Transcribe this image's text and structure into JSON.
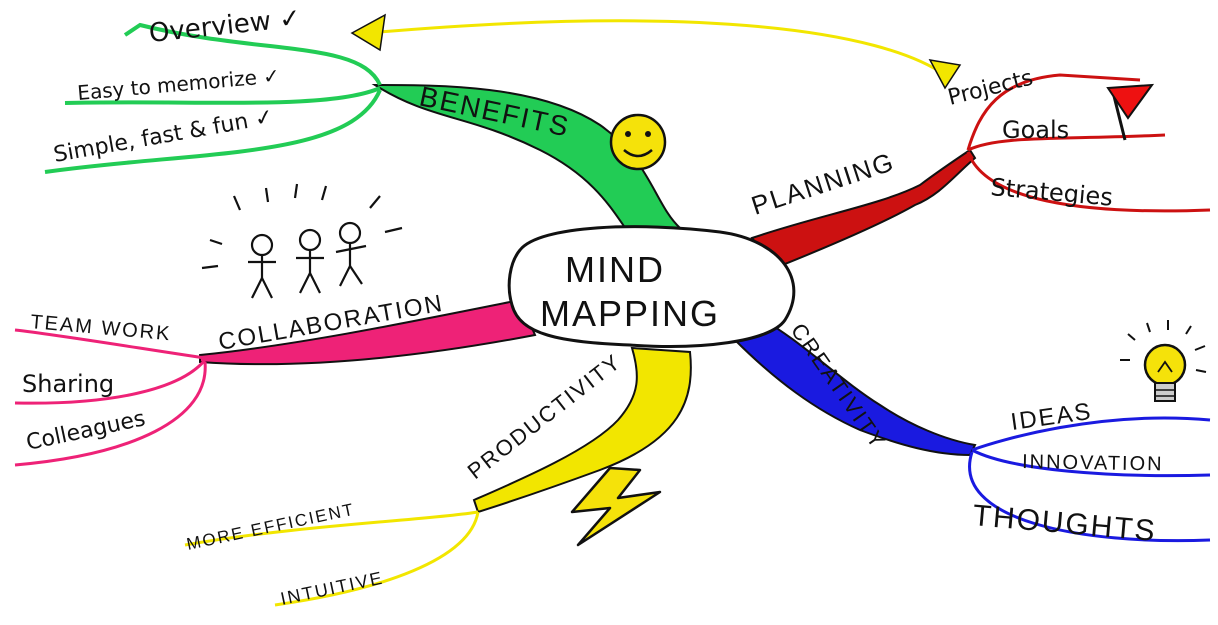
{
  "center": {
    "line1": "MIND",
    "line2": "MAPPING"
  },
  "colors": {
    "benefits": "#22cc55",
    "planning": "#cc1111",
    "collaboration": "#ee2277",
    "creativity": "#1111cc",
    "productivity": "#f2e600",
    "cycle_arrow": "#f2e600"
  },
  "branches": {
    "benefits": {
      "label": "BENEFITS",
      "icon": "smiley-face-icon",
      "items": [
        "Overview ✓",
        "Easy to memorize ✓",
        "Simple, fast & fun ✓"
      ]
    },
    "planning": {
      "label": "PLANNING",
      "icon": "red-flag-icon",
      "items": [
        "Projects",
        "Goals",
        "Strategies"
      ]
    },
    "collaboration": {
      "label": "COLLABORATION",
      "icon": "stick-figures-icon",
      "items": [
        "TEAM WORK",
        "Sharing",
        "Colleagues"
      ]
    },
    "creativity": {
      "label": "CREATIVITY",
      "icon": "lightbulb-icon",
      "items": [
        "IDEAS",
        "INNOVATION",
        "THOUGHTS"
      ]
    },
    "productivity": {
      "label": "PRODUCTIVITY",
      "icon": "lightning-bolt-icon",
      "items": [
        "MORE EFFICIENT",
        "INTUITIVE"
      ]
    }
  }
}
